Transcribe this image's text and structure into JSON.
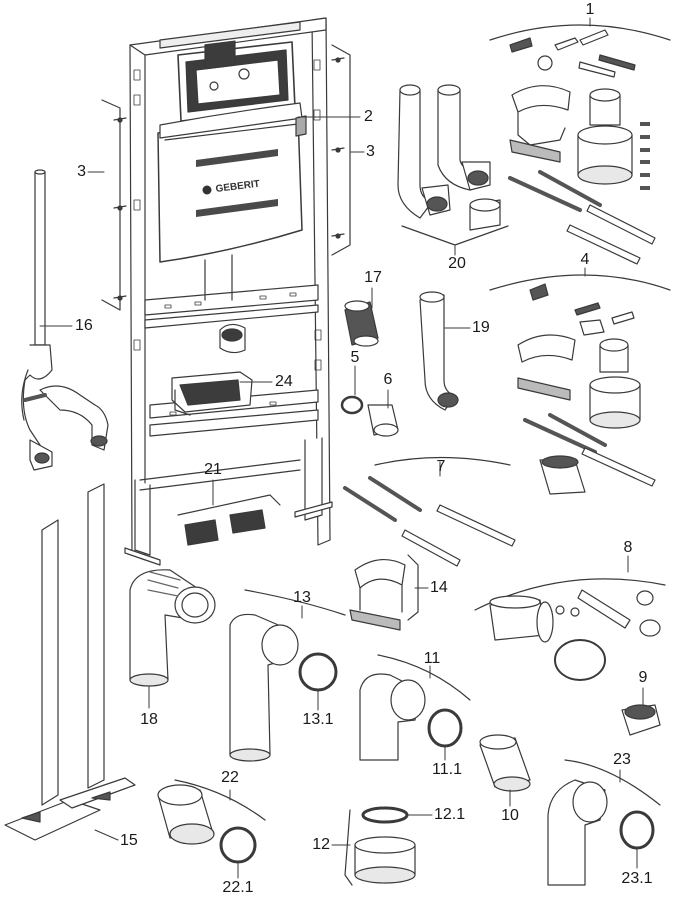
{
  "brand_mark": "GEBERIT",
  "labels": {
    "l1": "1",
    "l2": "2",
    "l3a": "3",
    "l3b": "3",
    "l4": "4",
    "l5": "5",
    "l6": "6",
    "l7": "7",
    "l8": "8",
    "l9": "9",
    "l10": "10",
    "l11": "11",
    "l11_1": "11.1",
    "l12": "12",
    "l12_1": "12.1",
    "l13": "13",
    "l13_1": "13.1",
    "l14": "14",
    "l15": "15",
    "l16": "16",
    "l17": "17",
    "l18": "18",
    "l19": "19",
    "l20": "20",
    "l21": "21",
    "l22": "22",
    "l22_1": "22.1",
    "l23": "23",
    "l23_1": "23.1",
    "l24": "24"
  },
  "colors": {
    "line": "#3a3a3a",
    "fill": "#ffffff",
    "shade": "#cfcfcf",
    "dark": "#555555"
  }
}
